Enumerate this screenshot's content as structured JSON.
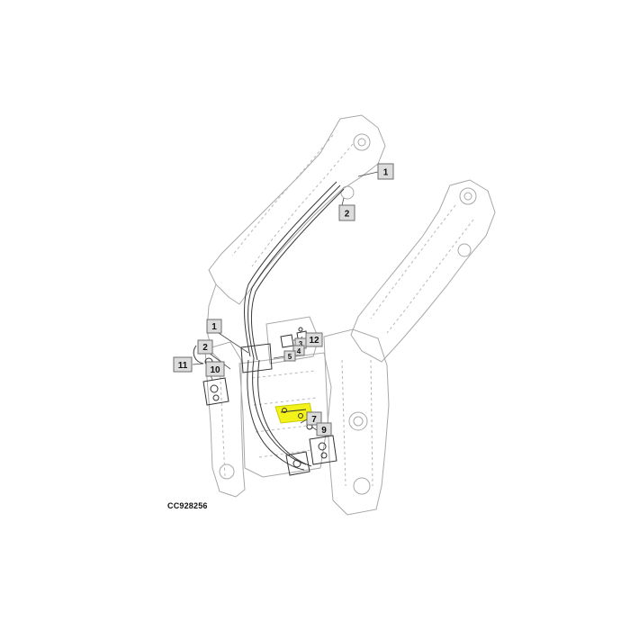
{
  "figure": {
    "code": "CC928256"
  },
  "callouts": [
    {
      "label": "1"
    },
    {
      "label": "2"
    },
    {
      "label": "1"
    },
    {
      "label": "2"
    },
    {
      "label": "11"
    },
    {
      "label": "10"
    },
    {
      "label": "12"
    },
    {
      "label": "3"
    },
    {
      "label": "4"
    },
    {
      "label": "5"
    },
    {
      "label": "7"
    },
    {
      "label": "9"
    }
  ],
  "colors": {
    "highlight": "#f2f200",
    "callout_fill": "#dcdcdc",
    "line_art": "#a8a8a8"
  }
}
